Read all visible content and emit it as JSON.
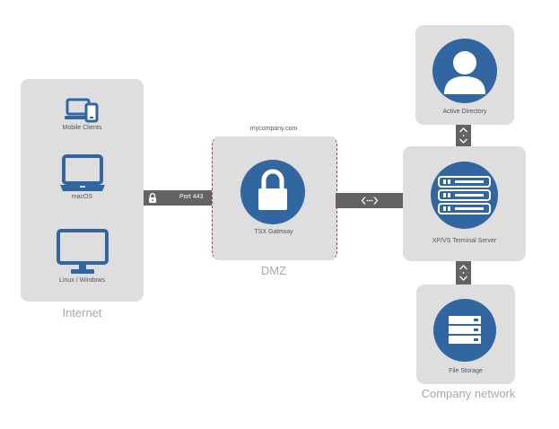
{
  "colors": {
    "accent": "#3266a0",
    "panel": "#dedede",
    "connector": "#636363",
    "dmz_border": "#cc3344"
  },
  "internet": {
    "clients": [
      {
        "label": "Mobile Clients",
        "icon": "mobile-devices-icon"
      },
      {
        "label": "macOS",
        "icon": "laptop-icon"
      },
      {
        "label": "Linux / Windows",
        "icon": "monitor-icon"
      }
    ],
    "zone_label": "Internet"
  },
  "link_internet": {
    "label": "Port 443",
    "icon": "lock-icon"
  },
  "dmz": {
    "domain": "mycompany.com",
    "gateway_label": "TSX Gateway",
    "gateway_icon": "padlock-icon",
    "zone_label": "DMZ"
  },
  "link_dmz": {
    "icon": "bidirectional-arrow-icon"
  },
  "company": {
    "active_directory": {
      "label": "Active Directory",
      "icon": "user-icon"
    },
    "terminal_server": {
      "label": "XP/VS Terminal Server",
      "icon": "server-icon"
    },
    "file_storage": {
      "label": "File Storage",
      "icon": "storage-icon"
    },
    "zone_label": "Company network"
  }
}
